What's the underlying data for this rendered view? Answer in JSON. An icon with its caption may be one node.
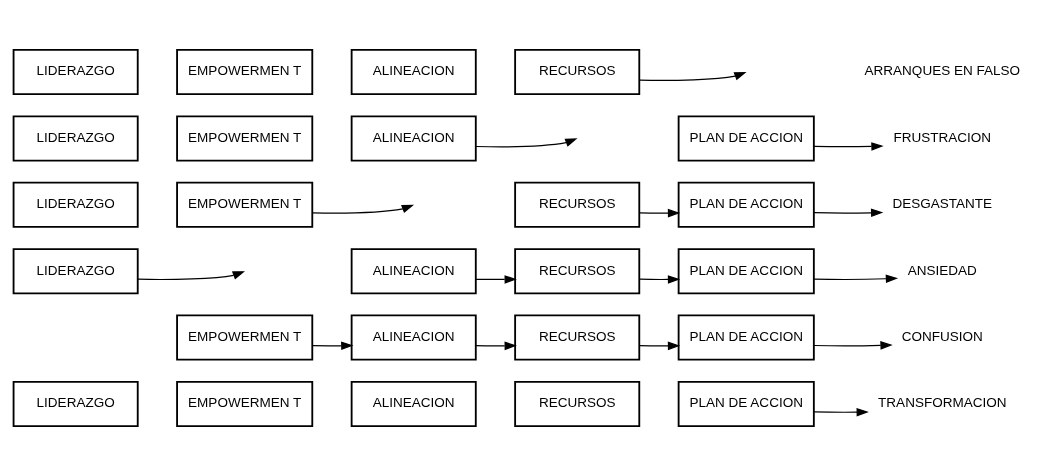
{
  "diagram": {
    "nodes": [
      {
        "text": [
          "LIDERAZGO"
        ]
      },
      {
        "text": [
          "EMPOWERMEN T"
        ]
      },
      {
        "text": [
          "ALINEACION"
        ]
      },
      {
        "text": [
          "RECURSOS"
        ]
      },
      {
        "text": [
          "PLAN DE ACCION"
        ]
      },
      {
        "text": [
          "TRANSFORMACION"
        ]
      },
      {
        "text": [
          "EMPOWERMEN T"
        ]
      },
      {
        "text": [
          "ALINEACION"
        ]
      },
      {
        "text": [
          "RECURSOS"
        ]
      },
      {
        "text": [
          "PLAN DE ACCION"
        ]
      },
      {
        "text": [
          "CONFUSION"
        ]
      },
      {
        "text": [
          "LIDERAZGO"
        ]
      },
      {
        "text": [
          "ALINEACION"
        ]
      },
      {
        "text": [
          "RECURSOS"
        ]
      },
      {
        "text": [
          "PLAN DE ACCION"
        ]
      },
      {
        "text": [
          "ANSIEDAD"
        ]
      },
      {
        "text": [
          "LIDERAZGO"
        ]
      },
      {
        "text": [
          "EMPOWERMEN T"
        ]
      },
      {
        "text": [
          "RECURSOS"
        ]
      },
      {
        "text": [
          "PLAN DE ACCION"
        ]
      },
      {
        "text": [
          "DESGASTANTE"
        ]
      },
      {
        "text": [
          "LIDERAZGO"
        ]
      },
      {
        "text": [
          "EMPOWERMEN T"
        ]
      },
      {
        "text": [
          "ALINEACION"
        ]
      },
      {
        "text": [
          "PLAN DE ACCION"
        ]
      },
      {
        "text": [
          "FRUSTRACION"
        ]
      },
      {
        "text": [
          "LIDERAZGO"
        ]
      },
      {
        "text": [
          "EMPOWERMEN T"
        ]
      },
      {
        "text": [
          "ALINEACION"
        ]
      },
      {
        "text": [
          "RECURSOS"
        ]
      }
    ],
    "edges": [
      {
        "from": 4,
        "to": 5,
        "arrow": "to"
      },
      {
        "from": 6,
        "to": 7,
        "arrow": "to"
      },
      {
        "from": 7,
        "to": 8,
        "arrow": "to"
      },
      {
        "from": 8,
        "to": 9,
        "arrow": "to"
      },
      {
        "from": 9,
        "to": 10,
        "arrow": "to"
      },
      {
        "from": 11,
        "to": null,
        "arrow": "to"
      },
      {
        "from": 12,
        "to": 13,
        "arrow": "to"
      },
      {
        "from": 13,
        "to": 14,
        "arrow": "to"
      },
      {
        "from": 14,
        "to": 15,
        "arrow": "to"
      },
      {
        "from": 17,
        "to": null,
        "arrow": "to"
      },
      {
        "from": 18,
        "to": 19,
        "arrow": "to"
      },
      {
        "from": 19,
        "to": 20,
        "arrow": "to"
      },
      {
        "from": 23,
        "to": null,
        "arrow": "to"
      },
      {
        "from": 24,
        "to": 25,
        "arrow": "to"
      },
      {
        "from": 29,
        "to": null,
        "arrow": "to"
      }
    ],
    "labels": [
      "ARRANQUES EN FALSO"
    ]
  }
}
